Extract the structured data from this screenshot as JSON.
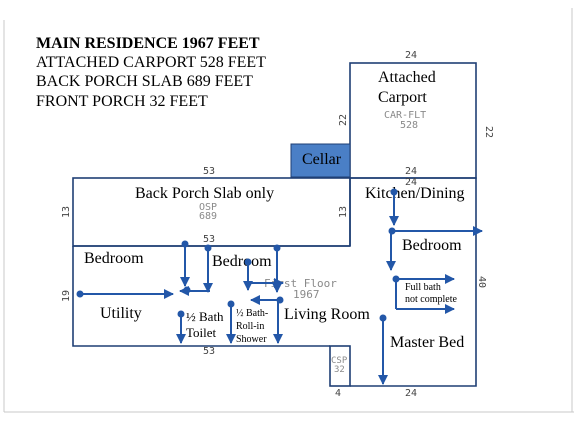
{
  "legend": {
    "main": "MAIN RESIDENCE 1967 FEET",
    "carport": "ATTACHED CARPORT 528 FEET",
    "back_porch": "BACK PORCH SLAB 689 FEET",
    "front_porch": "FRONT PORCH 32 FEET"
  },
  "rooms": {
    "carport_line1": "Attached",
    "carport_line2": "Carport",
    "cellar": "Cellar",
    "back_porch": "Back Porch Slab only",
    "kitchen": "Kitchen/Dining",
    "bedroom_left": "Bedroom",
    "bedroom_middle": "Bedroom",
    "bedroom_right": "Bedroom",
    "utility": "Utility",
    "half_bath_line1": "½ Bath",
    "half_bath_line2": "Toilet",
    "half_bath_shower_line1": "½ Bath-",
    "half_bath_shower_line2": "Roll-in",
    "half_bath_shower_line3": "Shower",
    "living_room": "Living Room",
    "full_bath_line1": "Full bath",
    "full_bath_line2": "not complete",
    "master_bed": "Master Bed"
  },
  "sketch_labels": {
    "carport_code": "CAR-FLT",
    "carport_area": "528",
    "porch_code": "OSP",
    "porch_area": "689",
    "first_floor": "First Floor",
    "first_floor_area": "1967",
    "front_porch_code": "CSP",
    "front_porch_area": "32"
  },
  "dimensions": {
    "carport_top": "24",
    "carport_left": "22",
    "carport_right": "22",
    "carport_bottom": "24",
    "kitchen_top": "24",
    "porch_top": "53",
    "porch_left": "13",
    "porch_right": "13",
    "porch_bottom": "53",
    "main_left": "19",
    "right_side": "40",
    "main_bottom": "53",
    "front_bottom": "24",
    "front_porch_width": "4"
  },
  "colors": {
    "wall": "#1f3f74",
    "arrow": "#2357a8",
    "cellar_fill": "#4a7fc6",
    "faint": "#8a8a8a"
  }
}
